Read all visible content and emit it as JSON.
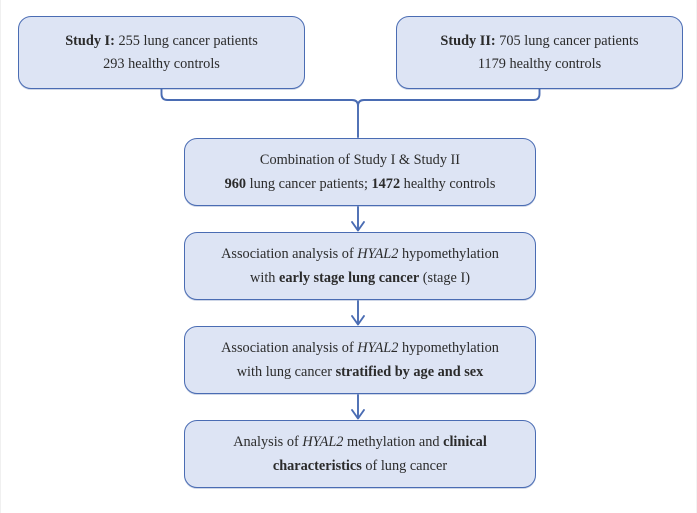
{
  "figure": {
    "type": "flowchart",
    "colors": {
      "box_fill": "#dde4f4",
      "box_border": "#4a6cb3",
      "connector": "#4a6cb3",
      "text": "#2b2b2b",
      "background": "#ffffff"
    }
  },
  "nodes": {
    "study1": {
      "line1": {
        "label": "Study I:",
        "text": " 255 lung cancer patients"
      },
      "line2": {
        "text": "293 healthy controls"
      }
    },
    "study2": {
      "line1": {
        "label": "Study II:",
        "text": " 705 lung cancer patients"
      },
      "line2": {
        "text": "1179 healthy controls"
      }
    },
    "combination": {
      "line1": {
        "text": "Combination of Study I & Study II"
      },
      "line2": {
        "n_patients": "960",
        "mid": " lung cancer patients; ",
        "n_controls": "1472",
        "tail": " healthy controls"
      }
    },
    "assoc_early": {
      "line1": {
        "pre": "Association analysis of ",
        "gene": "HYAL2",
        "post": " hypomethylation"
      },
      "line2": {
        "pre": "with ",
        "emph": "early stage lung cancer",
        "post": " (stage I)"
      }
    },
    "assoc_strat": {
      "line1": {
        "pre": "Association analysis of ",
        "gene": "HYAL2",
        "post": " hypomethylation"
      },
      "line2": {
        "pre": "with lung cancer ",
        "emph": "stratified by age and sex",
        "post": ""
      }
    },
    "clinical": {
      "line1": {
        "pre": "Analysis of ",
        "gene": "HYAL2",
        "mid": " methylation and ",
        "emph": "clinical"
      },
      "line2": {
        "emph": "characteristics",
        "post": " of lung cancer"
      }
    }
  },
  "connectors": {
    "merge_brace": "study1-and-study2-merge-into-combination",
    "arrow1": "combination-to-assoc-early",
    "arrow2": "assoc-early-to-assoc-strat",
    "arrow3": "assoc-strat-to-clinical"
  }
}
